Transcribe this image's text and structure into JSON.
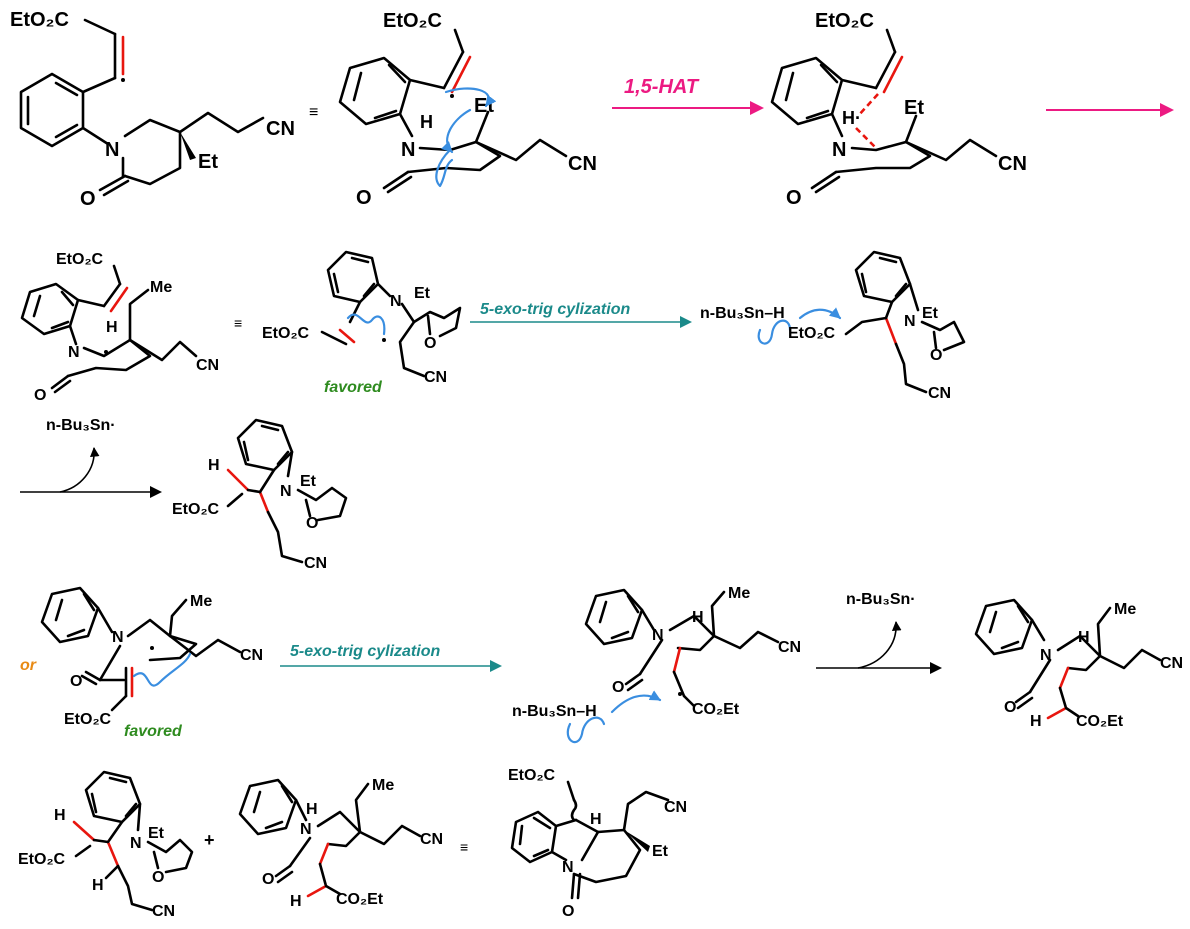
{
  "colors": {
    "bond": "#000000",
    "new_bond": "#e8160f",
    "arrow_pink": "#ec1a82",
    "arrow_teal": "#1b8a8a",
    "electron_arrow": "#3a8ee0",
    "favored": "#2e8b1f",
    "or": "#e88a14"
  },
  "labels": {
    "co2et_a": "EtO₂C",
    "co2et_b": "EtO₂C",
    "co2et_c": "EtO₂C",
    "co2et_d": "EtO₂C",
    "co2et_e": "EtO₂C",
    "co2et_f": "EtO₂C",
    "co2et_g": "EtO₂C",
    "co2et_h": "EtO₂C",
    "co2et_i": "EtO₂C",
    "co2et_j": "EtO₂C",
    "co2et_k": "CO₂Et",
    "co2et_l": "CO₂Et",
    "co2et_m": "CO₂Et",
    "cn": "CN",
    "et": "Et",
    "me": "Me",
    "n": "N",
    "h": "H",
    "o": "O",
    "h_radical": "H·",
    "equiv": "≡",
    "plus": "+",
    "hat": "1,5-HAT",
    "cyclization_1": "5-exo-trig cylization",
    "cyclization_2": "5-exo-trig cylization",
    "favored_1": "favored",
    "favored_2": "favored",
    "or": "or",
    "tin_radical": "n-Bu₃Sn·",
    "tin_hydride": "n-Bu₃Sn–H"
  }
}
